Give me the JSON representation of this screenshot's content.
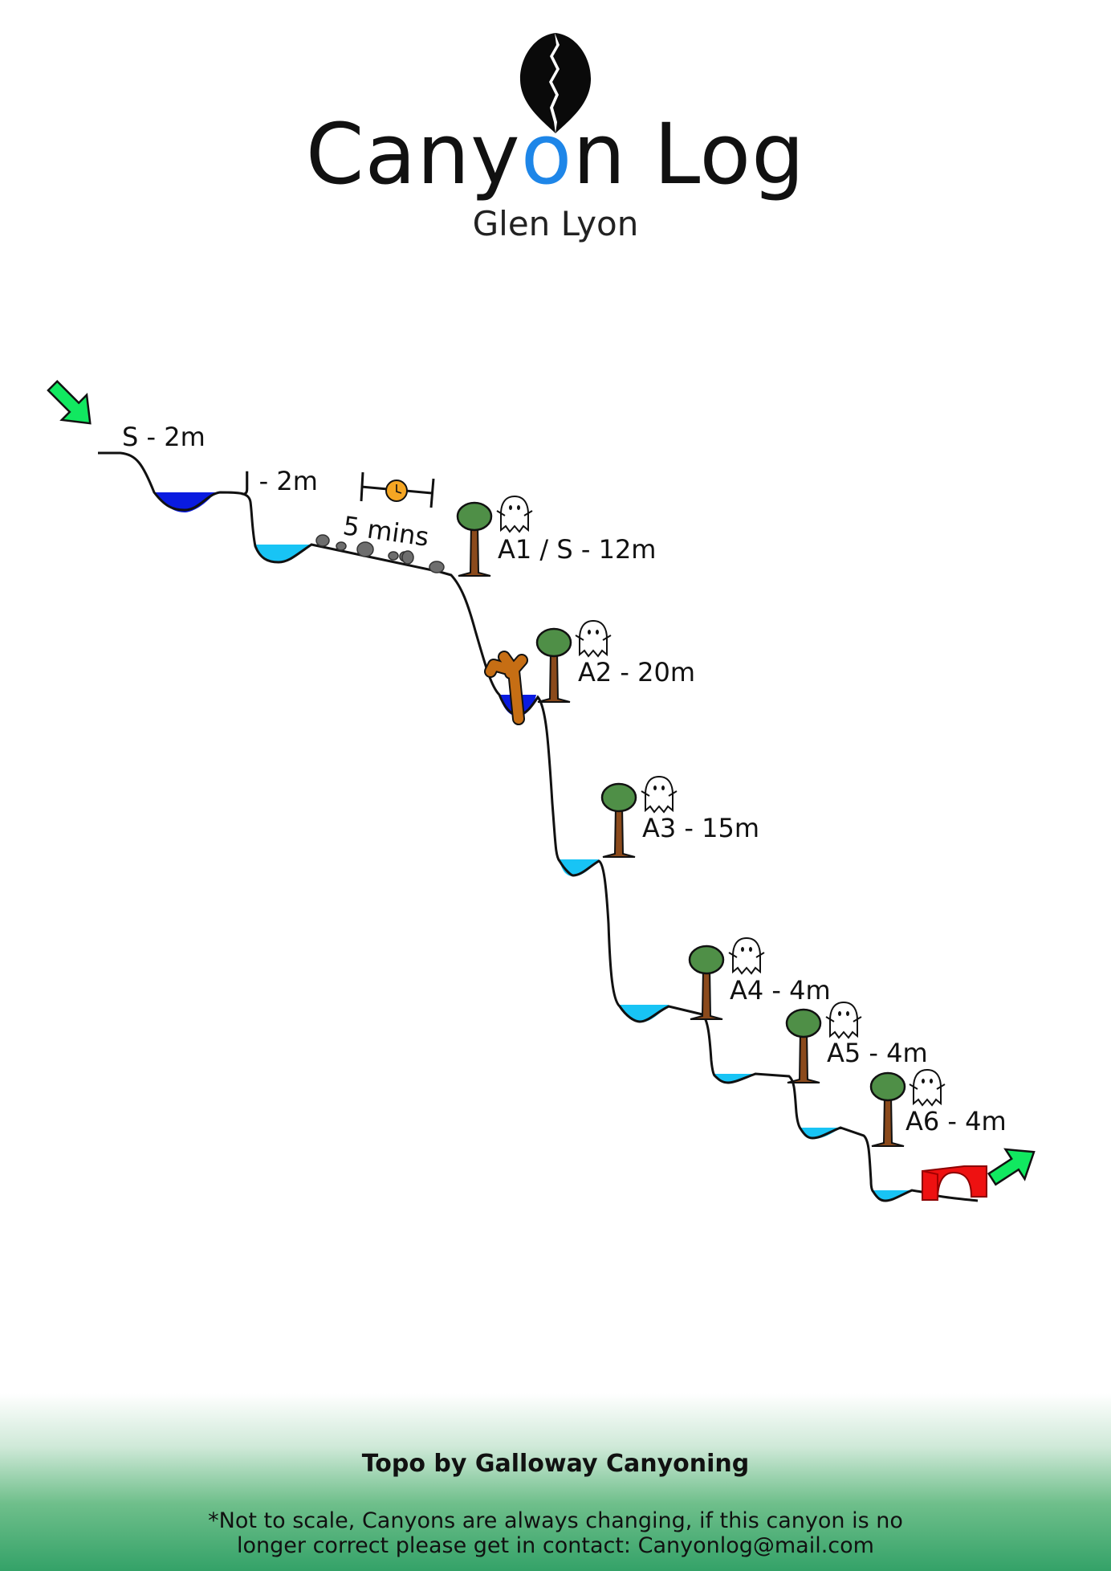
{
  "header": {
    "title_pre": "Cany",
    "title_o": "o",
    "title_post": "n Log",
    "subtitle": "Glen Lyon"
  },
  "topo": {
    "labels": {
      "s1": "S - 2m",
      "j1": "J - 2m",
      "walk": "5 mins",
      "a1": "A1 / S - 12m",
      "a2": "A2 - 20m",
      "a3": "A3 - 15m",
      "a4": "A4 - 4m",
      "a5": "A5 - 4m",
      "a6": "A6 - 4m"
    },
    "icons": [
      "entry-arrow-icon",
      "exit-arrow-icon",
      "tree-anchor-icon",
      "ghost-icon",
      "clock-icon",
      "log-jam-icon",
      "rocks-icon",
      "bridge-icon"
    ],
    "colors": {
      "deep_pool": "#0a1be0",
      "shallow_pool": "#18c4f5",
      "arrow": "#11e860",
      "tree_canopy": "#4f8f47",
      "tree_trunk": "#8b4a1c",
      "clock": "#f5a623",
      "bridge": "#ee1111",
      "log": "#c66e14"
    }
  },
  "footer": {
    "credit": "Topo by Galloway Canyoning",
    "note_line1": "*Not to scale, Canyons are always changing, if this canyon is no",
    "note_line2": "longer correct please get in contact: Canyonlog@mail.com"
  }
}
